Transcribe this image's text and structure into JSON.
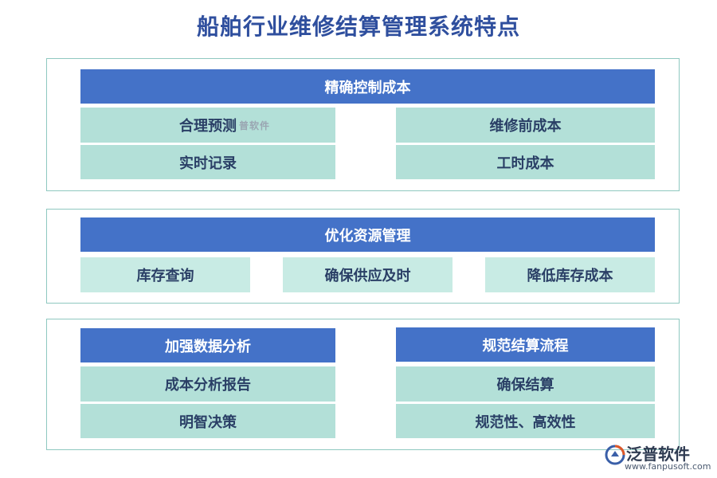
{
  "title": "船舶行业维修结算管理系统特点",
  "sections": [
    {
      "header": "精确控制成本",
      "items": [
        "合理预测",
        "维修前成本",
        "实时记录",
        "工时成本"
      ]
    },
    {
      "header": "优化资源管理",
      "items": [
        "库存查询",
        "确保供应及时",
        "降低库存成本"
      ]
    },
    {
      "groups": [
        {
          "header": "加强数据分析",
          "items": [
            "成本分析报告",
            "明智决策"
          ]
        },
        {
          "header": "规范结算流程",
          "items": [
            "确保结算",
            "规范性、高效性"
          ]
        }
      ]
    }
  ],
  "watermark": "普软件",
  "logo": {
    "name": "泛普软件",
    "url": "www.fanpusoft.com"
  },
  "colors": {
    "header_bar": "#4472c8",
    "cell": "#b3e0d8",
    "cell_light": "#c8ebe4",
    "title": "#2f4f9e",
    "border": "#8fc8c0"
  }
}
